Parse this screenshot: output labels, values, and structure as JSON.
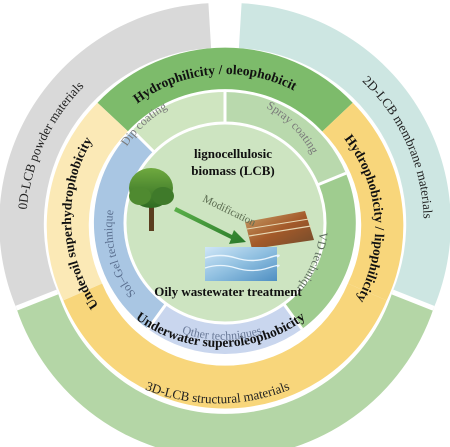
{
  "outer_ring": {
    "zero_d": "0D-LCB powder materials",
    "two_d": "2D-LCB membrane materials",
    "three_d": "3D-LCB structural materials"
  },
  "wettability_ring": {
    "top": "Hydrophilicity / oleophobicity",
    "right": "Hydrophobicity / lipophilicity",
    "bottom": "Underwater superoleophobicity",
    "left": "Underoil superhydrophobicity"
  },
  "technique_ring": {
    "dip": "Dip coating",
    "spray": "Spray coating",
    "cvd": "CVD technique",
    "other": "Other techniques",
    "solgel": "Sol–Gel technique"
  },
  "center": {
    "title_line1": "lignocellulosic",
    "title_line2": "biomass (LCB)",
    "arrow_label": "Modification",
    "subtitle": "Oily wastewater treatment"
  },
  "colors": {
    "gray_ring": "#d9d9d9",
    "teal_ring": "#cde6e2",
    "green_ring": "#b4d6a6",
    "dark_green": "#7dbb6b",
    "orange": "#f8d67b",
    "light_orange": "#fbe9b6",
    "blue": "#a9c6e3",
    "center": "#cde4c1"
  }
}
